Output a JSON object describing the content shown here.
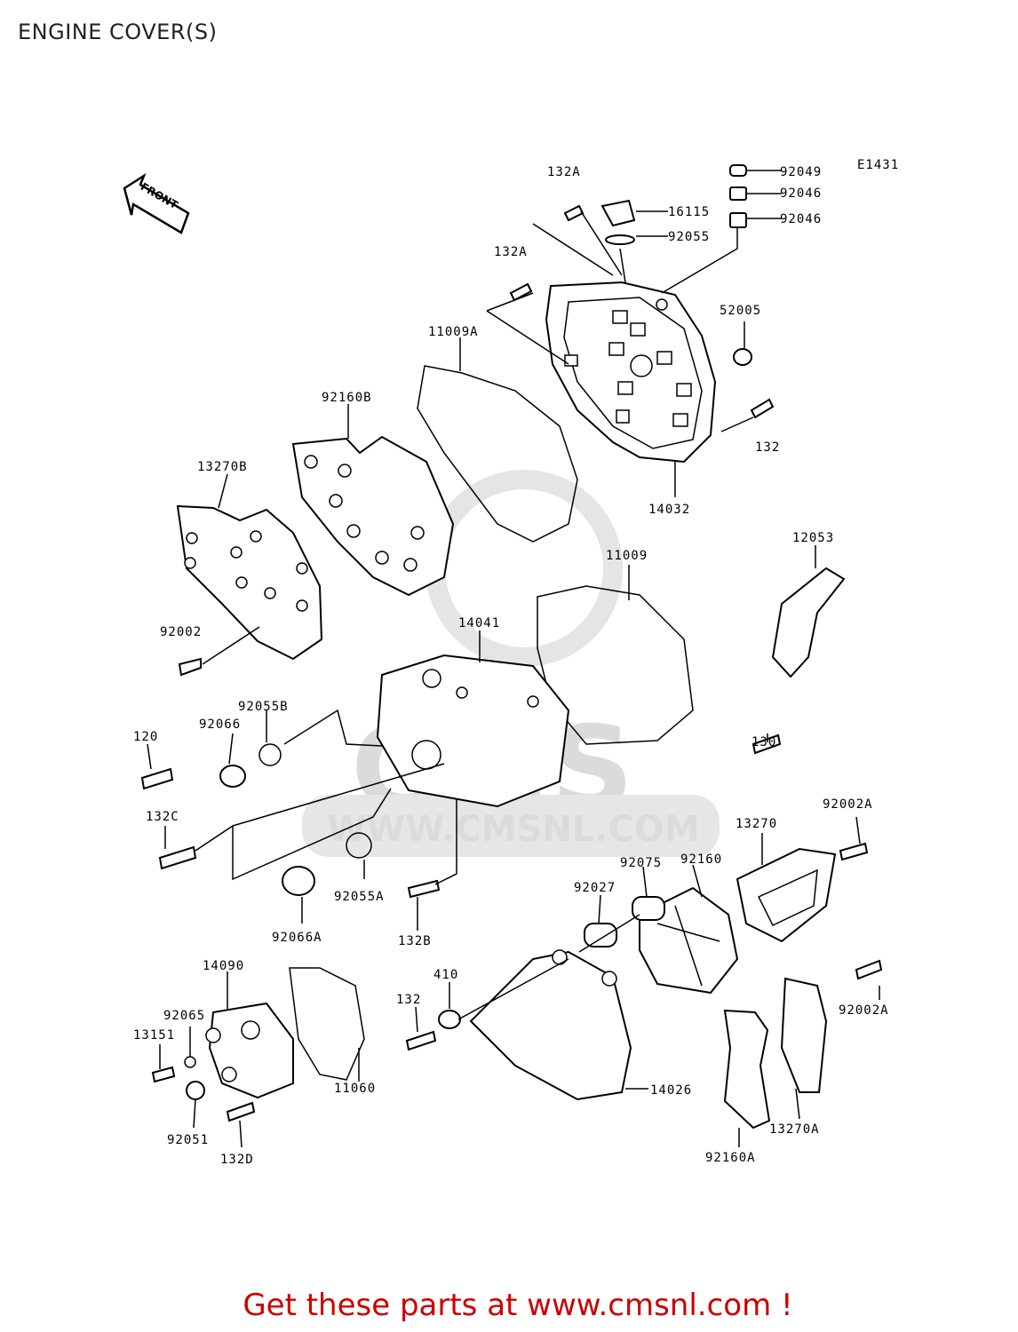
{
  "page": {
    "title": "ENGINE COVER(S)",
    "footer": "Get these parts at www.cmsnl.com !",
    "diagram_code": "E1431",
    "front_marker": "FRONT",
    "watermark": "WWW.CMSNL.COM",
    "watermark_logo": "CMS"
  },
  "labels": {
    "l_132A_top": "132A",
    "l_92049": "92049",
    "l_92046_a": "92046",
    "l_92046_b": "92046",
    "l_16115": "16115",
    "l_92055": "92055",
    "l_132A_mid": "132A",
    "l_52005": "52005",
    "l_11009A": "11009A",
    "l_92160B": "92160B",
    "l_132_right": "132",
    "l_14032": "14032",
    "l_13270B": "13270B",
    "l_12053": "12053",
    "l_11009": "11009",
    "l_14041": "14041",
    "l_92002": "92002",
    "l_92055B": "92055B",
    "l_92066": "92066",
    "l_120": "120",
    "l_130": "130",
    "l_132C": "132C",
    "l_92002A_top": "92002A",
    "l_13270": "13270",
    "l_92160": "92160",
    "l_92075": "92075",
    "l_92055A": "92055A",
    "l_92027": "92027",
    "l_92066A": "92066A",
    "l_132B": "132B",
    "l_14090": "14090",
    "l_410": "410",
    "l_132_low": "132",
    "l_92065": "92065",
    "l_13151": "13151",
    "l_92002A_low": "92002A",
    "l_11060": "11060",
    "l_14026": "14026",
    "l_92051": "92051",
    "l_13270A": "13270A",
    "l_132D": "132D",
    "l_92160A": "92160A"
  }
}
